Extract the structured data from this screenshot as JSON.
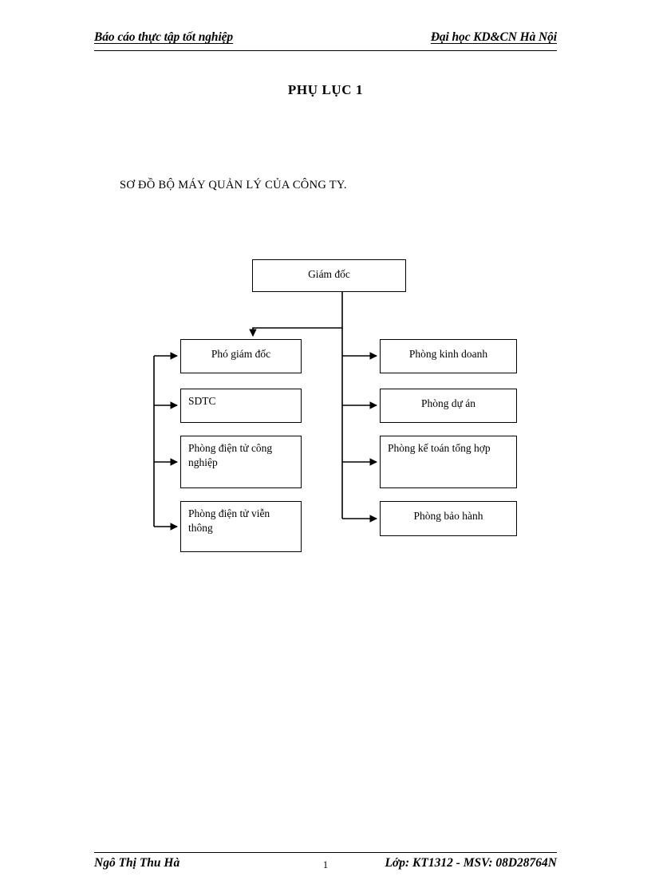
{
  "header": {
    "left": "Báo cáo thực tập tốt nghiệp",
    "right": "Đại học KD&CN Hà Nội"
  },
  "title": "PHỤ LỤC 1",
  "subtitle": "SƠ ĐỒ BỘ MÁY QUẢN LÝ CỦA CÔNG TY.",
  "diagram": {
    "root": {
      "label": "Giám đốc"
    },
    "left_column": [
      {
        "label": "Phó giám đốc"
      },
      {
        "label": "SDTC"
      },
      {
        "label": "Phòng điện tử công nghiệp"
      },
      {
        "label": "Phòng điện tử viễn thông"
      }
    ],
    "right_column": [
      {
        "label": "Phòng kinh doanh"
      },
      {
        "label": "Phòng dự án"
      },
      {
        "label": "Phòng kế toán tổng hợp"
      },
      {
        "label": "Phòng bảo hành"
      }
    ]
  },
  "footer": {
    "left": "Ngô Thị Thu Hà",
    "right": "Lớp: KT1312 - MSV: 08D28764N",
    "page_number": "1"
  },
  "colors": {
    "ink": "#000000",
    "paper": "#ffffff"
  }
}
